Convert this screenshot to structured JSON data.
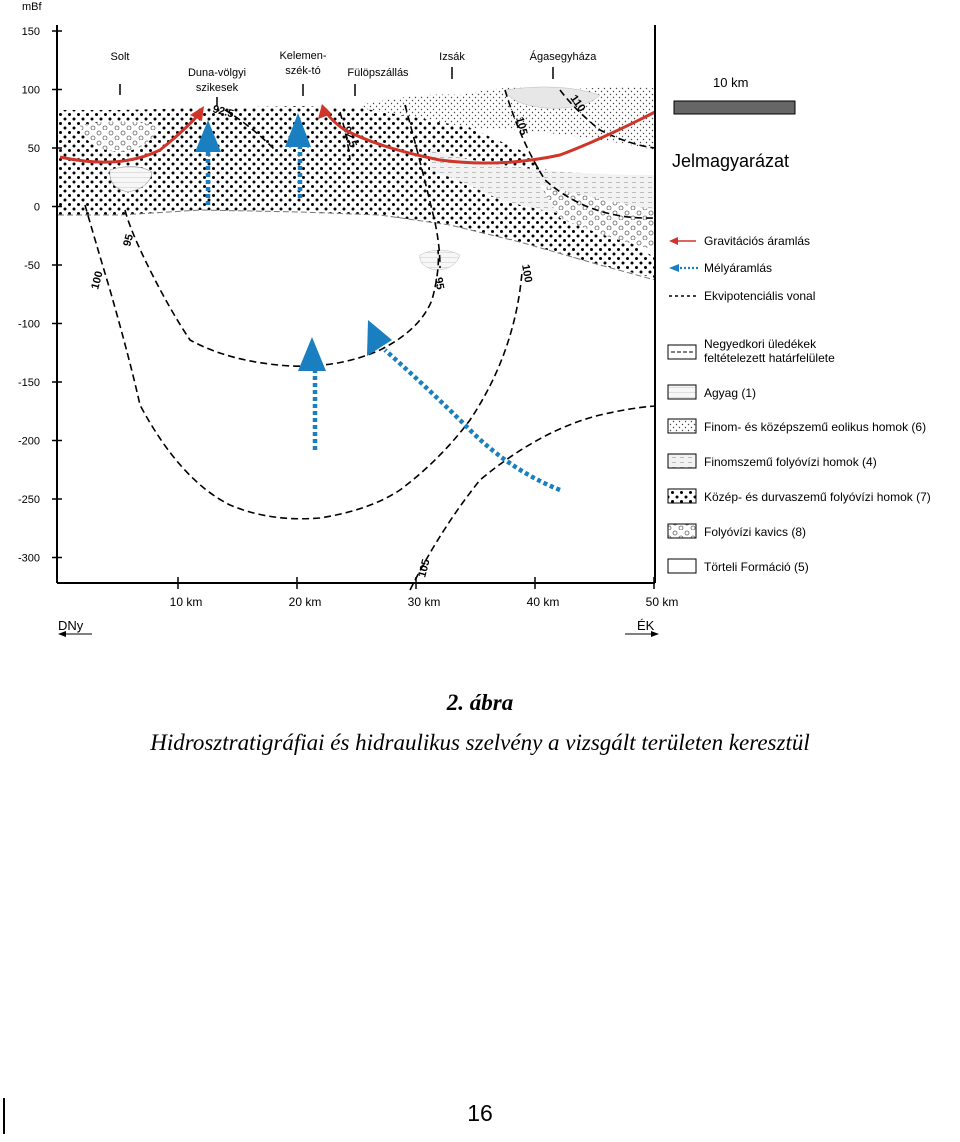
{
  "figure": {
    "y_unit": "mBf",
    "y_ticks": [
      "150",
      "100",
      "50",
      "0",
      "-50",
      "-100",
      "-150",
      "-200",
      "-250",
      "-300"
    ],
    "x_ticks": [
      "10 km",
      "20 km",
      "30 km",
      "40 km",
      "50 km"
    ],
    "direction_left": "DNy",
    "direction_right": "ÉK",
    "scale_label": "10 km",
    "places": [
      {
        "name": "Solt"
      },
      {
        "name": "Duna-völgyi szikesek",
        "line1": "Duna-völgyi",
        "line2": "szikesek"
      },
      {
        "name": "Kelemen-szék-tó",
        "line1": "Kelemen-",
        "line2": "szék-tó"
      },
      {
        "name": "Fülöpszállás"
      },
      {
        "name": "Izsák"
      },
      {
        "name": "Ágasegyháza"
      }
    ],
    "contour_labels": [
      "92.5",
      "92.5",
      "105",
      "110",
      "95",
      "100",
      "95",
      "100",
      "105"
    ],
    "legend": {
      "title": "Jelmagyarázat",
      "gravity_flow": "Gravitációs áramlás",
      "deep_flow": "Mélyáramlás",
      "equipotential": "Ekvipotenciális vonal",
      "quaternary_line1": "Negyedkori üledékek",
      "quaternary_line2": "feltételezett határfelülete",
      "clay": "Agyag (1)",
      "aeolian_sand": "Finom- és középszemű eolikus homok (6)",
      "fluvial_fine_sand": "Finomszemű folyóvízi homok (4)",
      "fluvial_coarse_sand": "Közép- és durvaszemű folyóvízi homok (7)",
      "gravel": "Folyóvízi kavics (8)",
      "torteli": "Törteli Formáció (5)"
    },
    "colors": {
      "gravity_flow": "#d0352a",
      "deep_flow": "#1a7fc0",
      "lines": "#000000"
    }
  },
  "caption": {
    "number": "2. ábra",
    "title": "Hidrosztratigráfiai és hidraulikus szelvény a vizsgált területen keresztül"
  },
  "page_number": "16"
}
